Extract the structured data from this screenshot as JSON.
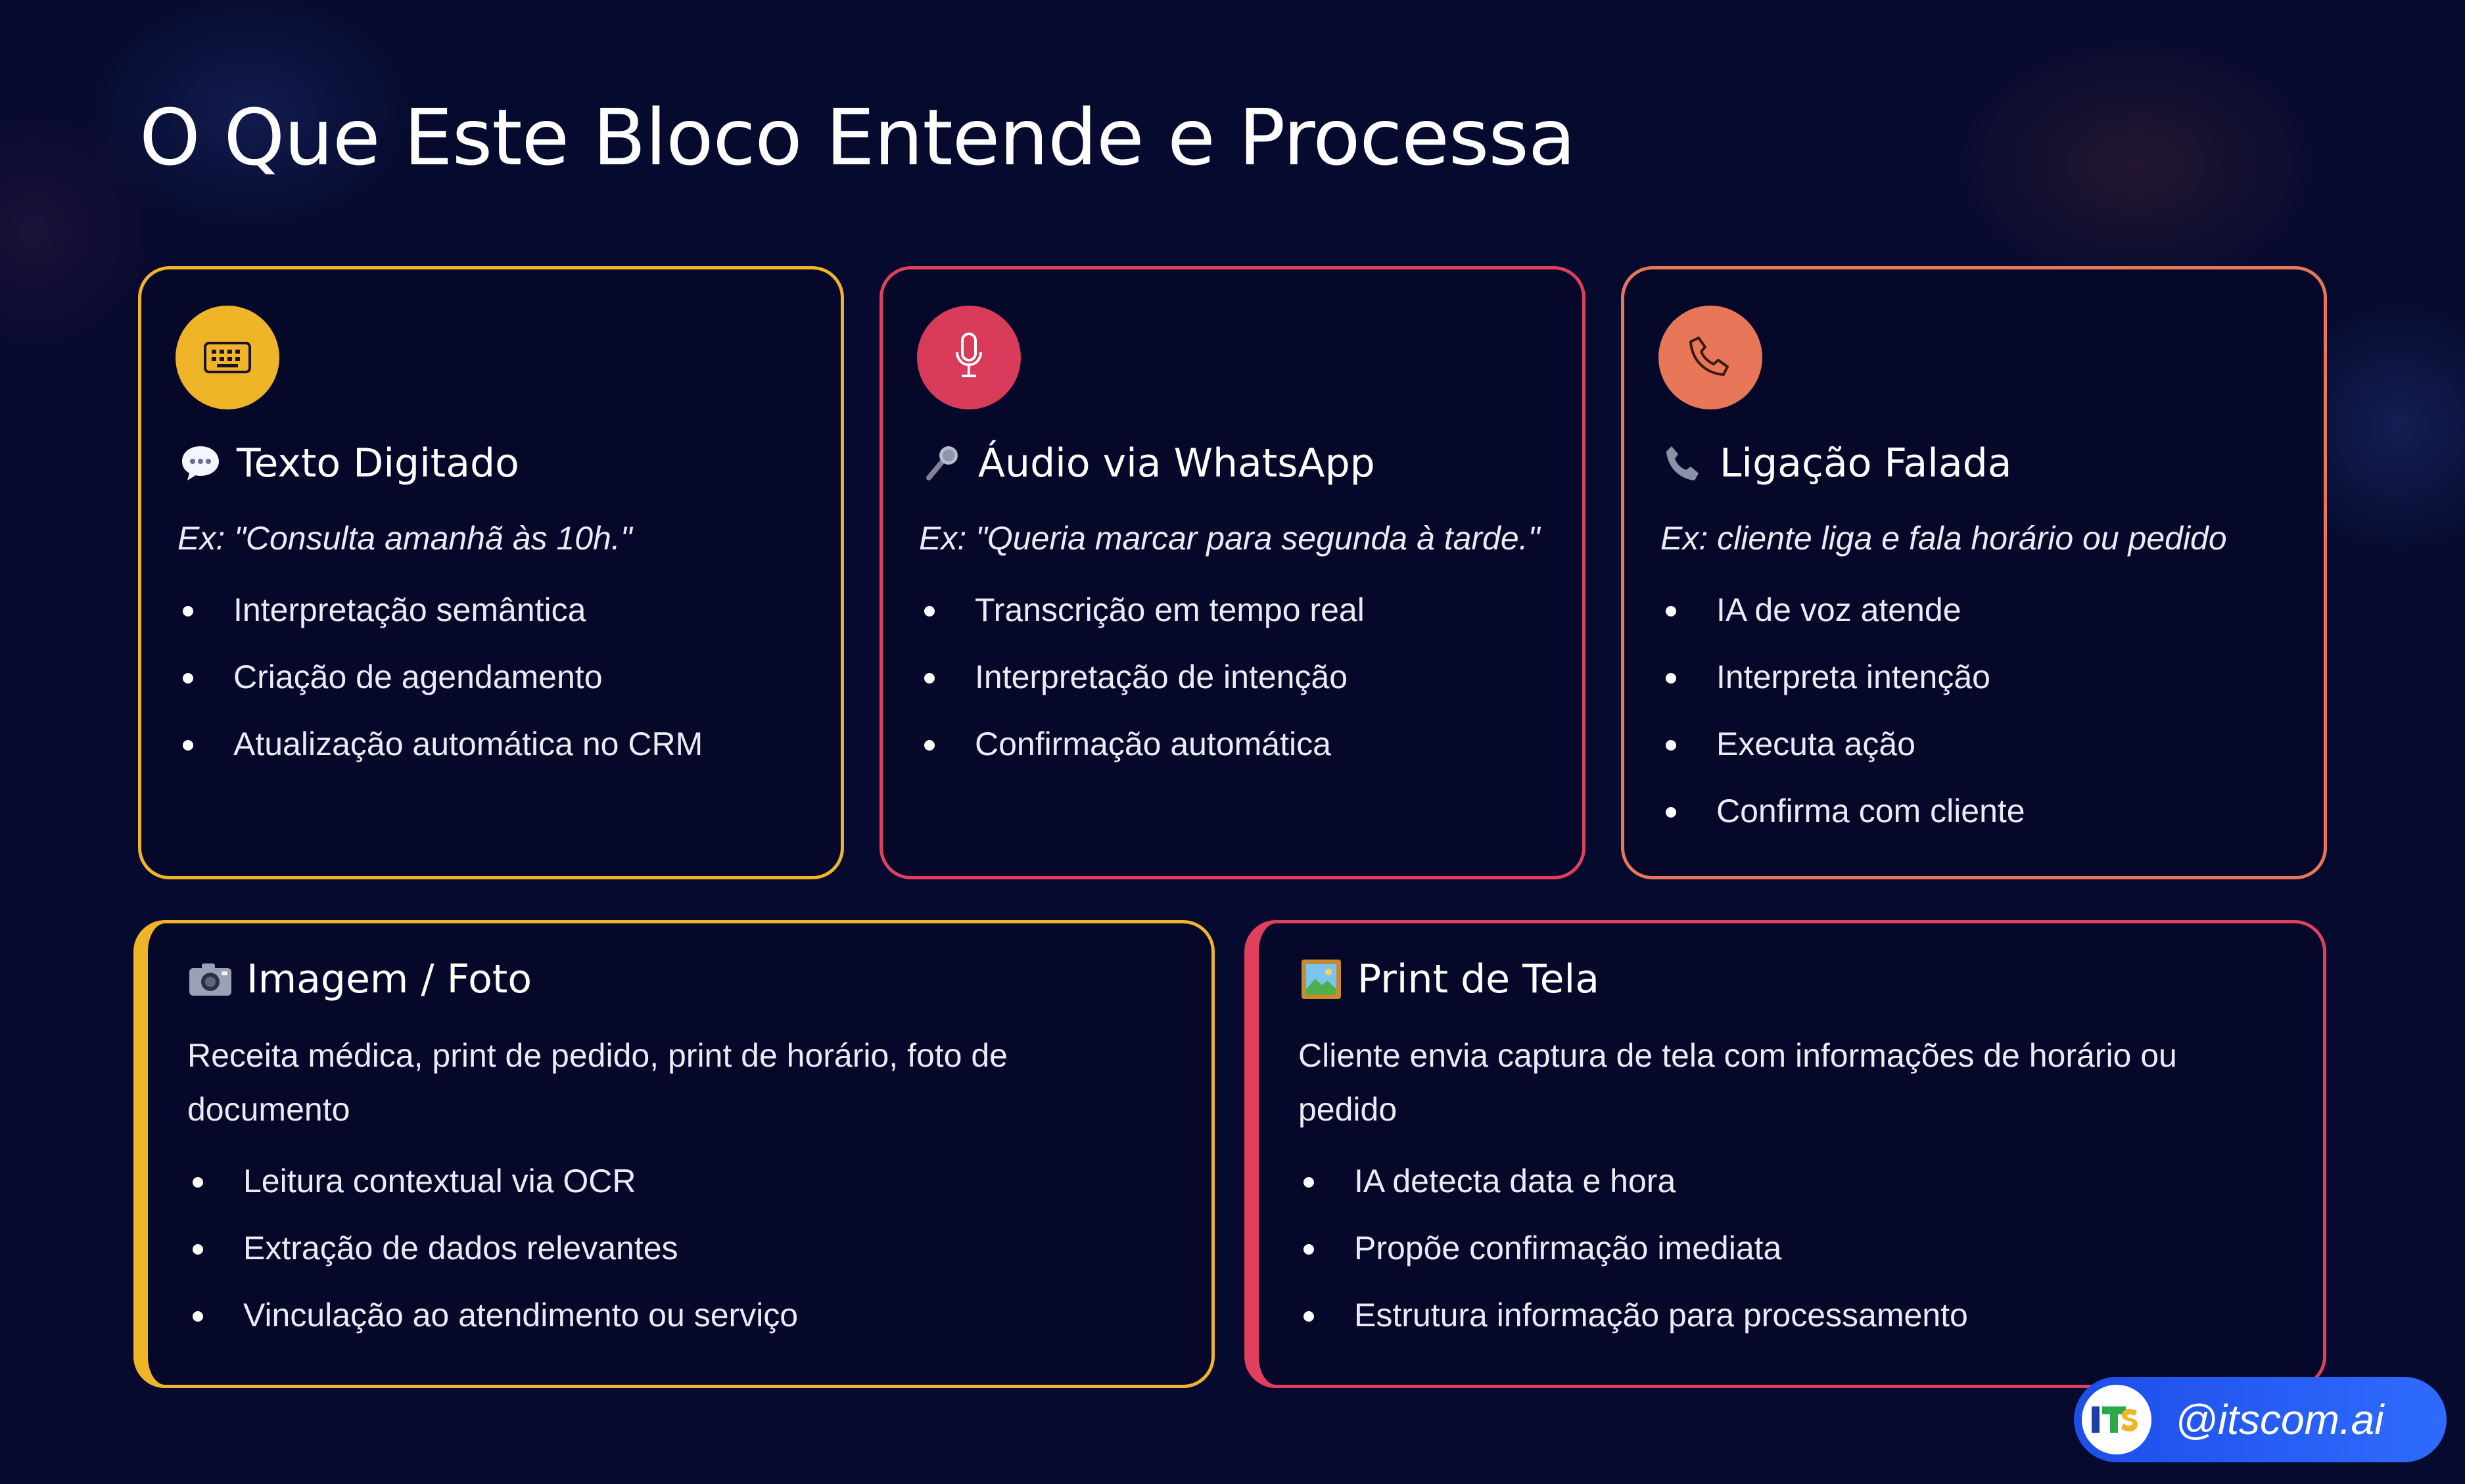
{
  "page": {
    "title": "O Que Este Bloco Entende e Processa",
    "background": "#060a2e"
  },
  "cards_top": [
    {
      "icon": "keyboard-icon",
      "emoji": "speech-bubble-icon",
      "title": "Texto Digitado",
      "example": "Ex: \"Consulta amanhã às 10h.\"",
      "items": [
        "Interpretação semântica",
        "Criação de agendamento",
        "Atualização automática no CRM"
      ],
      "accent": "#f0b429"
    },
    {
      "icon": "microphone-icon",
      "emoji": "microphone-emoji-icon",
      "title": "Áudio via WhatsApp",
      "example": "Ex: \"Queria marcar para segunda à tarde.\"",
      "items": [
        "Transcrição em tempo real",
        "Interpretação de intenção",
        "Confirmação automática"
      ],
      "accent": "#e0405e"
    },
    {
      "icon": "phone-icon",
      "emoji": "telephone-receiver-icon",
      "title": "Ligação Falada",
      "example": "Ex: cliente liga e fala horário ou pedido",
      "items": [
        "IA de voz atende",
        "Interpreta intenção",
        "Executa ação",
        "Confirma com cliente"
      ],
      "accent": "#e8775a"
    }
  ],
  "cards_bottom": [
    {
      "emoji": "camera-icon",
      "title": "Imagem / Foto",
      "description": "Receita médica, print de pedido, print de horário, foto de documento",
      "items": [
        "Leitura contextual via OCR",
        "Extração de dados relevantes",
        "Vinculação ao atendimento ou serviço"
      ],
      "accent": "#f0b429"
    },
    {
      "emoji": "framed-picture-icon",
      "title": "Print de Tela",
      "description": "Cliente envia captura de tela com informações de horário ou pedido",
      "items": [
        "IA detecta data e hora",
        "Propõe confirmação imediata",
        "Estrutura informação para processamento"
      ],
      "accent": "#e0405e"
    }
  ],
  "badge": {
    "handle": "@itscom.ai",
    "logo_text": "ITS",
    "color": "#2f6bff"
  }
}
